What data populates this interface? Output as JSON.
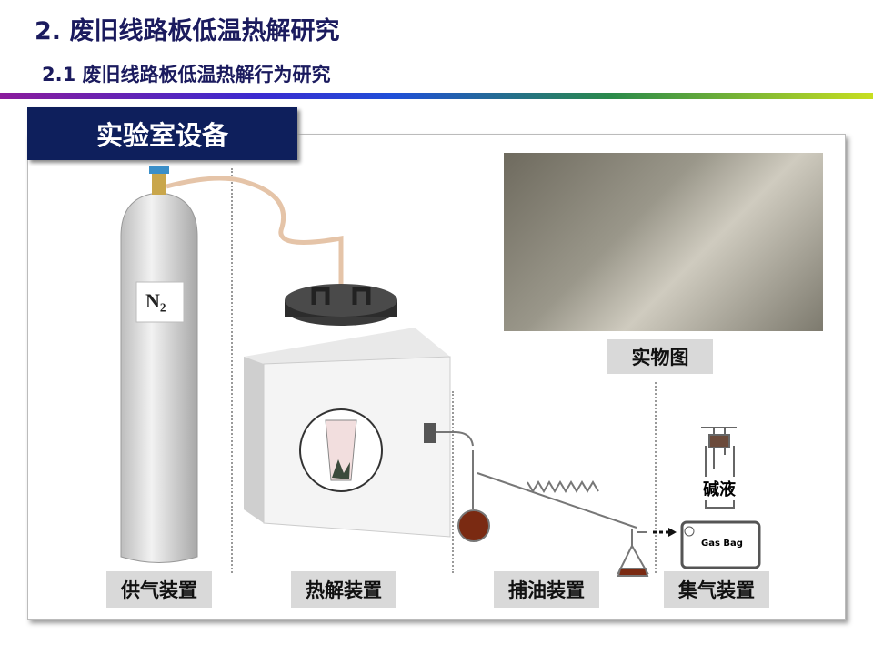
{
  "header": {
    "title": "2. 废旧线路板低温热解研究",
    "subtitle": "2.1  废旧线路板低温热解行为研究"
  },
  "section_title": "实验室设备",
  "photo_label": "实物图",
  "cylinder_label": "N₂",
  "alkali_label": "碱液",
  "gas_bag_label": "Gas Bag",
  "stages": [
    "供气装置",
    "热解装置",
    "捕油装置",
    "集气装置"
  ]
}
